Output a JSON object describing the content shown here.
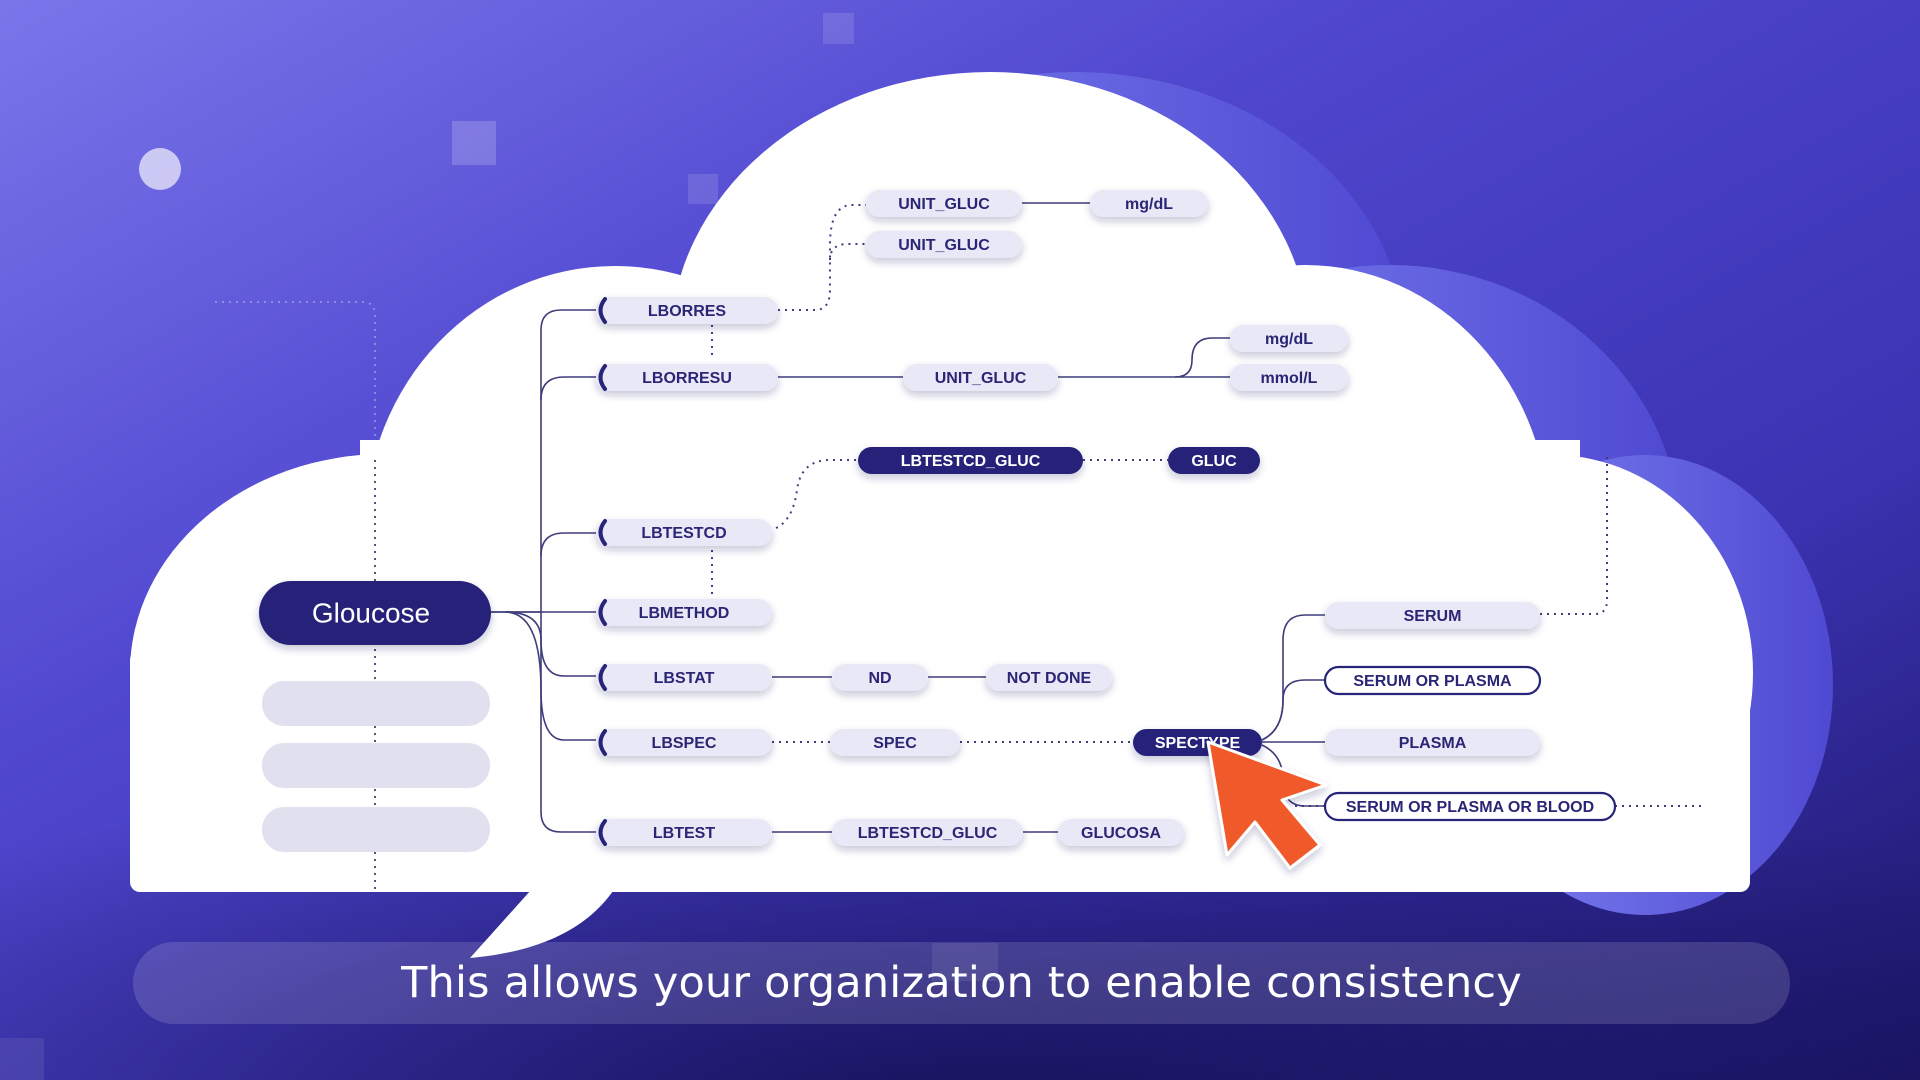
{
  "diagram": {
    "root": "Gloucose",
    "lbtestcd_row": [
      "LBTESTCD_GLUC",
      "GLUC"
    ],
    "nodes": {
      "lborres": "LBORRES",
      "unit_gluc_1": "UNIT_GLUC",
      "unit_gluc_2": "UNIT_GLUC",
      "unit_mgdl_top": "mg/dL",
      "lborresu": "LBORRESU",
      "unit_gluc_3": "UNIT_GLUC",
      "mgdl": "mg/dL",
      "mmoll": "mmol/L",
      "lbtestcd_gluc": "LBTESTCD_GLUC",
      "gluc": "GLUC",
      "lbtestcd": "LBTESTCD",
      "lbmethod": "LBMETHOD",
      "lbstat": "LBSTAT",
      "nd": "ND",
      "not_done": "NOT DONE",
      "lbspec": "LBSPEC",
      "spec": "SPEC",
      "spectype": "SPECTYPE",
      "serum": "SERUM",
      "serum_plasma": "SERUM OR PLASMA",
      "plasma": "PLASMA",
      "serum_plasma_blood": "SERUM OR PLASMA OR BLOOD",
      "lbtest": "LBTEST",
      "lbtestcd_gluc_2": "LBTESTCD_GLUC",
      "glucosa": "GLUCOSA"
    }
  },
  "caption": "This allows your organization to enable consistency",
  "colors": {
    "bg_light": "#7671e6",
    "bg_mid": "#5048cc",
    "bg_dark": "#201a73",
    "cloud_shadow": "#5a55d8",
    "node_fill": "#e9e8f6",
    "node_text": "#2a2675",
    "dark_node": "#27247a",
    "line": "#3f3c7a",
    "cursor": "#f05a2a"
  },
  "icons": {
    "cursor": "pointer-arrow-icon"
  }
}
